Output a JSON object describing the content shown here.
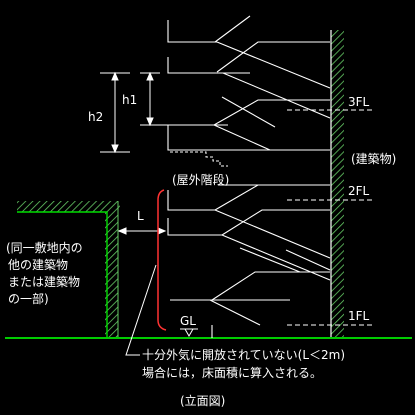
{
  "labels": {
    "fl3": "3FL",
    "fl2": "2FL",
    "fl1": "1FL",
    "h1": "h1",
    "h2": "h2",
    "L": "L",
    "GL": "GL",
    "outdoor_stair": "(屋外階段)",
    "building": "(建築物)",
    "other_building": [
      "(同一敷地内の",
      "他の建築物",
      "または建築物",
      "の一部)"
    ],
    "note": [
      "十分外気に開放されていない(L＜2m)",
      "場合には，床面積に算入される。"
    ],
    "caption": "(立面図)"
  },
  "colors": {
    "background": "#000000",
    "line": "#ffffff",
    "ground": "#00cc00",
    "hatch": "#66cc66",
    "highlight": "#ff3333"
  }
}
